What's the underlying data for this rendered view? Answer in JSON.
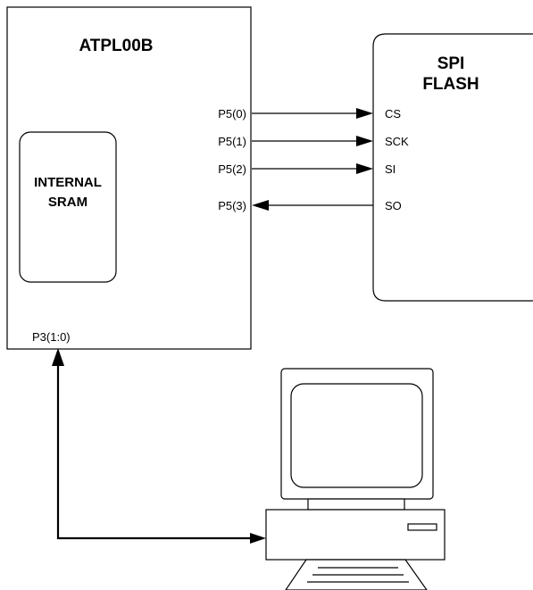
{
  "chip": {
    "title": "ATPL00B",
    "internal_block_line1": "INTERNAL",
    "internal_block_line2": "SRAM",
    "port3_label": "P3(1:0)"
  },
  "flash": {
    "title_line1": "SPI",
    "title_line2": "FLASH"
  },
  "connections": [
    {
      "from_pin": "P5(0)",
      "to_pin": "CS",
      "direction": "to-flash"
    },
    {
      "from_pin": "P5(1)",
      "to_pin": "SCK",
      "direction": "to-flash"
    },
    {
      "from_pin": "P5(2)",
      "to_pin": "SI",
      "direction": "to-flash"
    },
    {
      "from_pin": "P5(3)",
      "to_pin": "SO",
      "direction": "to-chip"
    }
  ],
  "pc_link": {
    "from": "P3(1:0)",
    "to": "computer",
    "direction": "bidirectional"
  },
  "icons": {
    "computer": "desktop-computer-icon"
  }
}
